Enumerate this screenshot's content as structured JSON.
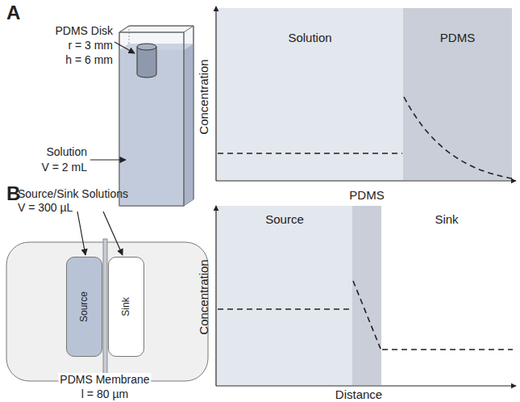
{
  "diagram": {
    "nodes": [
      {
        "text": [
          "Solution"
        ]
      },
      {
        "text": [
          "PDMS"
        ]
      },
      {
        "text": [
          "Source"
        ]
      },
      {
        "text": [
          "PDMS"
        ]
      },
      {
        "text": [
          "Sink"
        ]
      },
      {
        "text": [
          "Source"
        ]
      },
      {
        "text": [
          "Sink"
        ]
      }
    ],
    "labels": [
      "A",
      "PDMS Disk",
      "r = 3 mm",
      "h = 6 mm",
      "Solution",
      "V = 2 mL",
      "Concentration",
      "B",
      "Source/Sink Solutions",
      "V = 300 µL",
      "PDMS Membrane",
      "l = 80 µm",
      "Concentration",
      "Distance"
    ]
  }
}
